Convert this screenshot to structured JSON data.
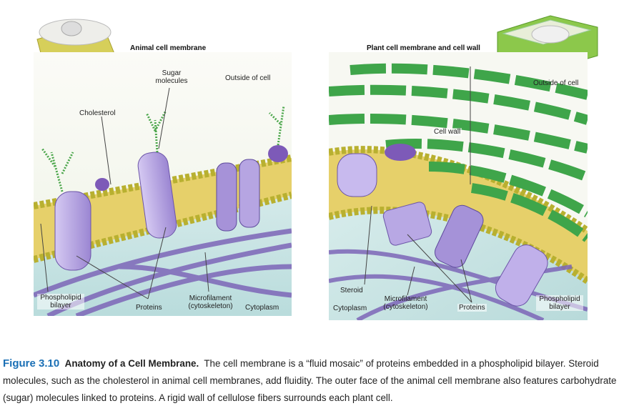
{
  "animal": {
    "title": "Animal cell membrane",
    "labels": {
      "sugar": "Sugar molecules",
      "outside": "Outside of cell",
      "cholesterol": "Cholesterol",
      "phospholipid": "Phospholipid bilayer",
      "proteins": "Proteins",
      "microfilament": "Microfilament (cytoskeleton)",
      "cytoplasm": "Cytoplasm"
    }
  },
  "plant": {
    "title": "Plant cell membrane and cell wall",
    "labels": {
      "outside": "Outside of cell",
      "cell_wall": "Cell wall",
      "steroid": "Steroid",
      "cytoplasm": "Cytoplasm",
      "microfilament": "Microfilament (cytoskeleton)",
      "proteins": "Proteins",
      "phospholipid": "Phospholipid bilayer"
    }
  },
  "caption": {
    "figure": "Figure 3.10",
    "title": "Anatomy of a Cell Membrane.",
    "text": "The cell membrane is a “fluid mosaic” of proteins embedded in a phospholipid bilayer. Steroid molecules, such as the cholesterol in animal cell membranes, add fluidity. The outer face of the animal cell membrane also features carbohydrate (sugar) molecules linked to proteins. A rigid wall of cellulose fibers surrounds each plant cell."
  },
  "colors": {
    "protein": "#b7a6e0",
    "protein_dark": "#7a5cb8",
    "lipid": "#d8c24a",
    "cytoplasm": "#cfe6e6",
    "fiber": "#3fa54a",
    "caption_accent": "#1a6fb5"
  }
}
